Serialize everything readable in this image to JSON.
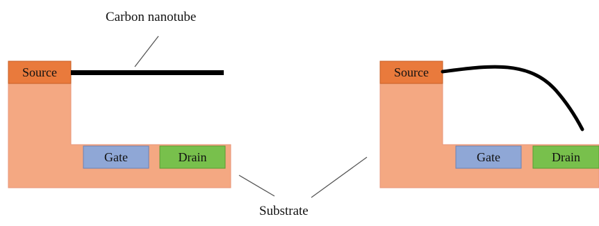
{
  "labels": {
    "nanotube": "Carbon nanotube",
    "substrate": "Substrate"
  },
  "left_device": {
    "source": "Source",
    "gate": "Gate",
    "drain": "Drain"
  },
  "right_device": {
    "source": "Source",
    "gate": "Gate",
    "drain": "Drain"
  },
  "colors": {
    "substrate": "#f4a882",
    "substrate_edge": "#e8967a",
    "source": "#e97a3c",
    "source_edge": "#c85f25",
    "gate": "#8fa7d6",
    "gate_edge": "#6a82b5",
    "drain": "#78c04c",
    "drain_edge": "#5a9b33",
    "nanotube": "#000000",
    "pointer": "#555555"
  }
}
